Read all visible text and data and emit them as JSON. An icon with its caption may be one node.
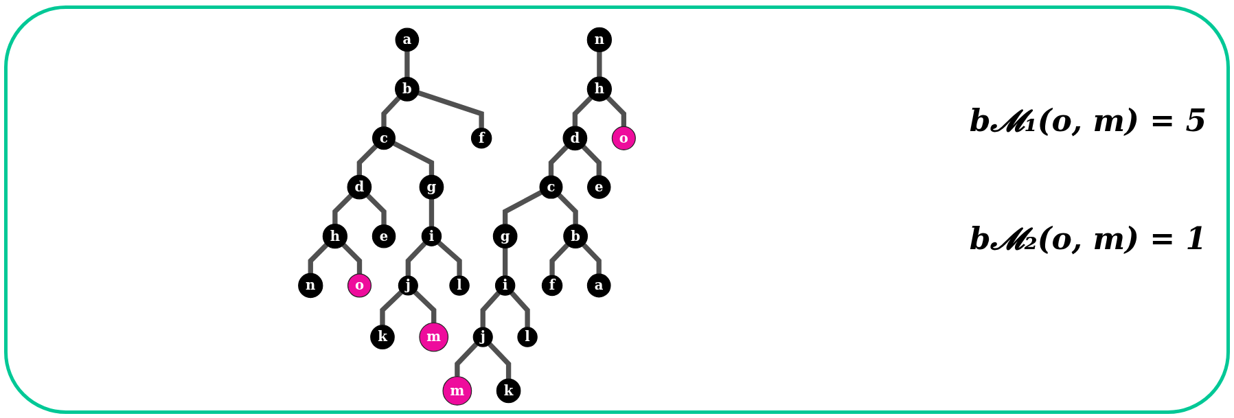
{
  "diagram": {
    "nodes": [
      {
        "text": [
          "n"
        ]
      },
      {
        "text": [
          "h"
        ]
      },
      {
        "text": [
          "o"
        ]
      },
      {
        "text": [
          "a"
        ]
      },
      {
        "text": [
          "b"
        ]
      },
      {
        "text": [
          "c"
        ]
      },
      {
        "text": [
          "d"
        ]
      },
      {
        "text": [
          "e"
        ]
      },
      {
        "text": [
          "f"
        ]
      },
      {
        "text": [
          "g"
        ]
      },
      {
        "text": [
          "i"
        ]
      },
      {
        "text": [
          "j"
        ]
      },
      {
        "text": [
          "k"
        ]
      },
      {
        "text": [
          "l"
        ]
      },
      {
        "text": [
          "m"
        ]
      },
      {
        "text": [
          "n"
        ]
      },
      {
        "text": [
          "h"
        ]
      },
      {
        "text": [
          "d"
        ]
      },
      {
        "text": [
          "c"
        ]
      },
      {
        "text": [
          "g"
        ]
      },
      {
        "text": [
          "i"
        ]
      },
      {
        "text": [
          "j"
        ]
      },
      {
        "text": [
          "m"
        ]
      },
      {
        "text": [
          "o"
        ]
      },
      {
        "text": [
          "e"
        ]
      },
      {
        "text": [
          "b"
        ]
      },
      {
        "text": [
          "f"
        ]
      },
      {
        "text": [
          "l"
        ]
      },
      {
        "text": [
          "k"
        ]
      },
      {
        "text": [
          "a"
        ]
      }
    ],
    "edges": [
      {
        "from": 3,
        "to": 4,
        "arrow": "none"
      },
      {
        "from": 4,
        "to": 5,
        "arrow": "none"
      },
      {
        "from": 5,
        "to": 6,
        "arrow": "none"
      },
      {
        "from": 6,
        "to": 7,
        "arrow": "none"
      },
      {
        "from": 4,
        "to": 8,
        "arrow": "none"
      },
      {
        "from": 5,
        "to": 9,
        "arrow": "none"
      },
      {
        "from": 6,
        "to": 1,
        "arrow": "none"
      },
      {
        "from": 1,
        "to": 0,
        "arrow": "none"
      },
      {
        "from": 1,
        "to": 2,
        "arrow": "none"
      },
      {
        "from": 9,
        "to": 10,
        "arrow": "none"
      },
      {
        "from": 10,
        "to": 11,
        "arrow": "none"
      },
      {
        "from": 11,
        "to": 12,
        "arrow": "none"
      },
      {
        "from": 10,
        "to": 13,
        "arrow": "none"
      },
      {
        "from": 11,
        "to": 14,
        "arrow": "none"
      },
      {
        "from": 15,
        "to": 16,
        "arrow": "none"
      },
      {
        "from": 16,
        "to": 17,
        "arrow": "none"
      },
      {
        "from": 17,
        "to": 18,
        "arrow": "none"
      },
      {
        "from": 18,
        "to": 19,
        "arrow": "none"
      },
      {
        "from": 19,
        "to": 20,
        "arrow": "none"
      },
      {
        "from": 20,
        "to": 21,
        "arrow": "none"
      },
      {
        "from": 21,
        "to": 22,
        "arrow": "none"
      },
      {
        "from": 16,
        "to": 23,
        "arrow": "none"
      },
      {
        "from": 17,
        "to": 24,
        "arrow": "none"
      },
      {
        "from": 18,
        "to": 25,
        "arrow": "none"
      },
      {
        "from": 25,
        "to": 26,
        "arrow": "none"
      },
      {
        "from": 25,
        "to": 29,
        "arrow": "none"
      },
      {
        "from": 20,
        "to": 27,
        "arrow": "none"
      },
      {
        "from": 21,
        "to": 28,
        "arrow": "none"
      }
    ],
    "labels": [
      "b𝓜₁(o, m) = 5",
      "b𝓜₂(o, m) = 1"
    ]
  }
}
